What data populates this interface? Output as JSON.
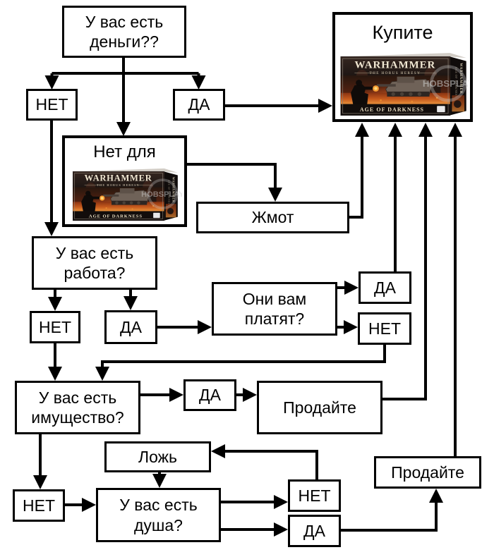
{
  "flowchart": {
    "nodes": {
      "q_money": "У вас есть деньги??",
      "no_money": "НЕТ",
      "yes_money": "ДА",
      "buy": "Купите",
      "not_for": "Нет для",
      "cheapskate": "Жмот",
      "q_job": "У вас есть работа?",
      "no_job": "НЕТ",
      "yes_job": "ДА",
      "q_pay": "Они вам платят?",
      "yes_pay": "ДА",
      "no_pay": "НЕТ",
      "q_property": "У вас есть имущество?",
      "yes_property": "ДА",
      "sell_property": "Продайте",
      "lie": "Ложь",
      "no_property": "НЕТ",
      "q_soul": "У вас есть душа?",
      "no_soul": "НЕТ",
      "yes_soul": "ДА",
      "sell_soul": "Продайте"
    },
    "edges": [
      [
        "q_money",
        "no_money"
      ],
      [
        "q_money",
        "yes_money"
      ],
      [
        "q_money",
        "not_for"
      ],
      [
        "yes_money",
        "buy"
      ],
      [
        "no_money",
        "q_job"
      ],
      [
        "not_for",
        "cheapskate"
      ],
      [
        "cheapskate",
        "buy"
      ],
      [
        "q_job",
        "no_job"
      ],
      [
        "q_job",
        "yes_job"
      ],
      [
        "yes_job",
        "q_pay"
      ],
      [
        "q_pay",
        "yes_pay"
      ],
      [
        "q_pay",
        "no_pay"
      ],
      [
        "yes_pay",
        "buy"
      ],
      [
        "no_pay",
        "q_property"
      ],
      [
        "no_job",
        "q_property"
      ],
      [
        "q_property",
        "yes_property"
      ],
      [
        "yes_property",
        "sell_property"
      ],
      [
        "sell_property",
        "buy"
      ],
      [
        "q_property",
        "no_property"
      ],
      [
        "no_property",
        "q_soul"
      ],
      [
        "lie",
        "q_soul"
      ],
      [
        "q_soul",
        "no_soul"
      ],
      [
        "q_soul",
        "yes_soul"
      ],
      [
        "no_soul",
        "lie"
      ],
      [
        "yes_soul",
        "sell_soul"
      ],
      [
        "sell_soul",
        "buy"
      ]
    ]
  },
  "product": {
    "brand": "WARHAMMER",
    "series": "THE HORUS HERESY",
    "title": "AGE OF DARKNESS",
    "watermark": "HOBSPLAY"
  },
  "colors": {
    "line": "#000000",
    "box_background": "#ffffff",
    "box_art_dark": "#1b1412",
    "box_art_fire": "#c65a1d",
    "box_art_text": "#efe6cf",
    "watermark_grey": "#cfcfcf"
  }
}
